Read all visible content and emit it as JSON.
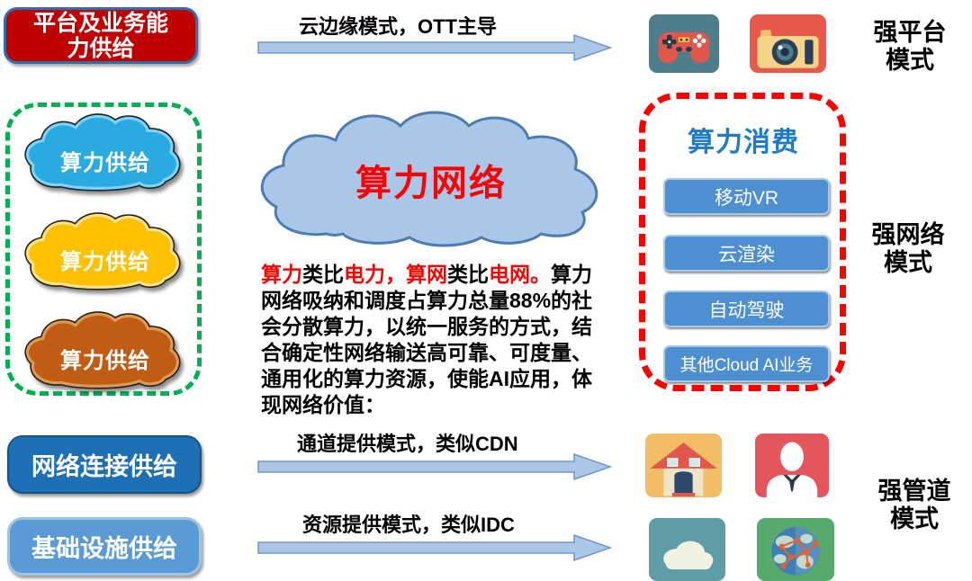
{
  "colors": {
    "platform_box_red": "#c00000",
    "platform_box_border": "#2c6fad",
    "green_dash": "#00b050",
    "red_dash": "#fe0000",
    "big_cloud_fill": "#aac7e8",
    "big_cloud_stroke": "#4d7cb0",
    "cloud_network_text_red": "#fe0000",
    "consumption_title_blue": "#1e7bc8",
    "button_blue": "#4d8fd1",
    "button_border": "#a6c9e8",
    "network_box_blue": "#1f6fb5",
    "infra_box_blue": "#5b9bd5",
    "arrow_fill": "#aac7e8",
    "arrow_stroke": "#6e99c8"
  },
  "platform_box": {
    "line1": "平台及业务能",
    "line2": "力供给"
  },
  "supply_clouds": [
    {
      "label": "算力供给",
      "fill": "#29abe2",
      "rim": "#7dd3f7"
    },
    {
      "label": "算力供给",
      "fill": "#ffc000",
      "rim": "#ffe08a"
    },
    {
      "label": "算力供给",
      "fill": "#c05c13",
      "rim": "#e09a4e"
    }
  ],
  "center": {
    "cloud_label": "算力网络",
    "paragraph_lines": [
      [
        {
          "t": "算力",
          "red": true
        },
        {
          "t": "类比",
          "red": false
        },
        {
          "t": "电力，算网",
          "red": true
        },
        {
          "t": "类比",
          "red": false
        },
        {
          "t": "电网。",
          "red": true
        },
        {
          "t": "算力",
          "red": false
        }
      ],
      [
        {
          "t": "网络吸纳和调度占算力总量88%的社",
          "red": false
        }
      ],
      [
        {
          "t": "会分散算力，以统一服务的方式，结",
          "red": false
        }
      ],
      [
        {
          "t": "合确定性网络输送高可靠、可度量、",
          "red": false
        }
      ],
      [
        {
          "t": "通用化的算力资源，使能AI应用，体",
          "red": false
        }
      ],
      [
        {
          "t": "现网络价值：",
          "red": false
        }
      ]
    ]
  },
  "arrows": [
    {
      "label": "云边缘模式，OTT主导"
    },
    {
      "label": "通道提供模式，类似CDN"
    },
    {
      "label": "资源提供模式，类似IDC"
    }
  ],
  "consumption": {
    "title": "算力消费",
    "buttons": [
      "移动VR",
      "云渲染",
      "自动驾驶",
      "其他Cloud AI业务"
    ]
  },
  "modes": {
    "platform": {
      "line1": "强平台",
      "line2": "模式"
    },
    "network": {
      "line1": "强网络",
      "line2": "模式"
    },
    "pipe": {
      "line1": "强管道",
      "line2": "模式"
    }
  },
  "bottom_boxes": [
    {
      "label": "网络连接供给"
    },
    {
      "label": "基础设施供给"
    }
  ],
  "icons": {
    "top": [
      "game-controller",
      "camera"
    ],
    "bottom": [
      "house",
      "businessman",
      "cloud",
      "globe-network"
    ]
  }
}
